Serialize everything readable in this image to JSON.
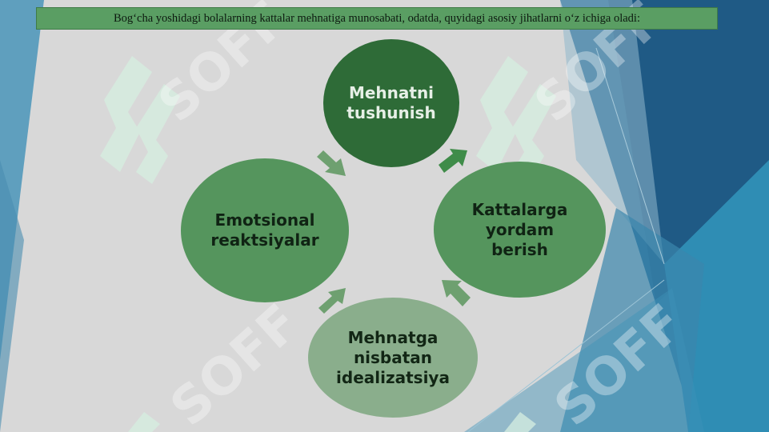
{
  "title": "Bog‘cha yoshidagi bolalarning kattalar mehnatiga munosabati, odatda, quyidagi asosiy jihatlarni o‘z ichiga oladi:",
  "cycle": {
    "nodes": [
      {
        "label": "Mehnatni\ntushunish"
      },
      {
        "label": "Kattalarga\nyordam\nberish"
      },
      {
        "label": "Mehnatga\nnisbatan\nidealizatsiya"
      },
      {
        "label": "Emotsional\nreaktsiyalar"
      }
    ]
  },
  "watermark": {
    "text": "SOFF"
  },
  "colors": {
    "title_bar": "#5a9e63",
    "node_dark": "#2e6b37",
    "node_mid": "#55955d",
    "node_light": "#8aae8c",
    "arrow": "#3f8c49",
    "background_gray": "#d8d8d8",
    "accent_blue": "#2f8db4"
  }
}
